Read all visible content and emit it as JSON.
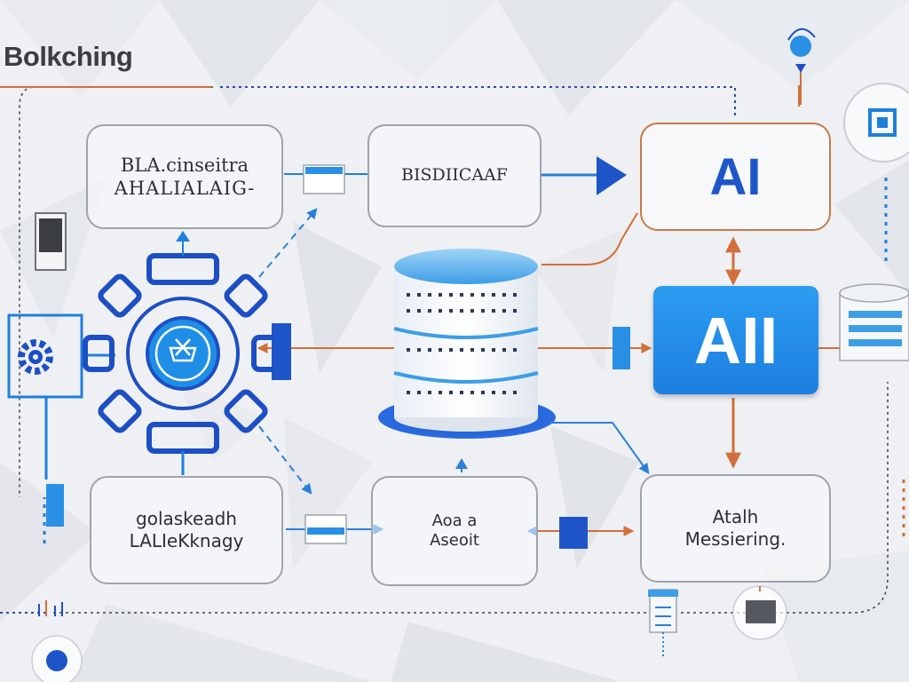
{
  "title": "Bolkching",
  "boxes": {
    "top_left": {
      "line1": "BLA.cinseitra",
      "line2": "AHALIALAIG-"
    },
    "top_middle": {
      "line1": "BISDIICAAF"
    },
    "ai_top": {
      "label": "AI"
    },
    "ai_main": {
      "label": "AII"
    },
    "bottom_left": {
      "line1": "golaskeadh",
      "line2": "LALIeKknagy"
    },
    "bottom_middle": {
      "line1": "Aoa a",
      "line2": "Aseoit"
    },
    "bottom_right": {
      "line1": "Atalh",
      "line2": "Messiering."
    }
  },
  "colors": {
    "blue": "#1f7fdc",
    "dark_blue": "#1d55c8",
    "orange": "#d1703a",
    "grey_border": "#9ea4ac",
    "navy_dots": "#2c4ea8"
  }
}
